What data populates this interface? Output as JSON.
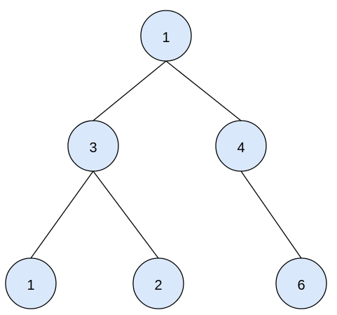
{
  "tree": {
    "colors": {
      "node_fill": "#dae8fc",
      "node_stroke": "#000000",
      "edge": "#000000"
    },
    "nodes": [
      {
        "id": "root",
        "label": "1"
      },
      {
        "id": "left",
        "label": "3"
      },
      {
        "id": "right",
        "label": "4"
      },
      {
        "id": "left-left",
        "label": "1"
      },
      {
        "id": "left-right",
        "label": "2"
      },
      {
        "id": "right-right",
        "label": "6"
      }
    ],
    "edges": [
      {
        "from": "root",
        "to": "left"
      },
      {
        "from": "root",
        "to": "right"
      },
      {
        "from": "left",
        "to": "left-left"
      },
      {
        "from": "left",
        "to": "left-right"
      },
      {
        "from": "right",
        "to": "right-right"
      }
    ]
  }
}
